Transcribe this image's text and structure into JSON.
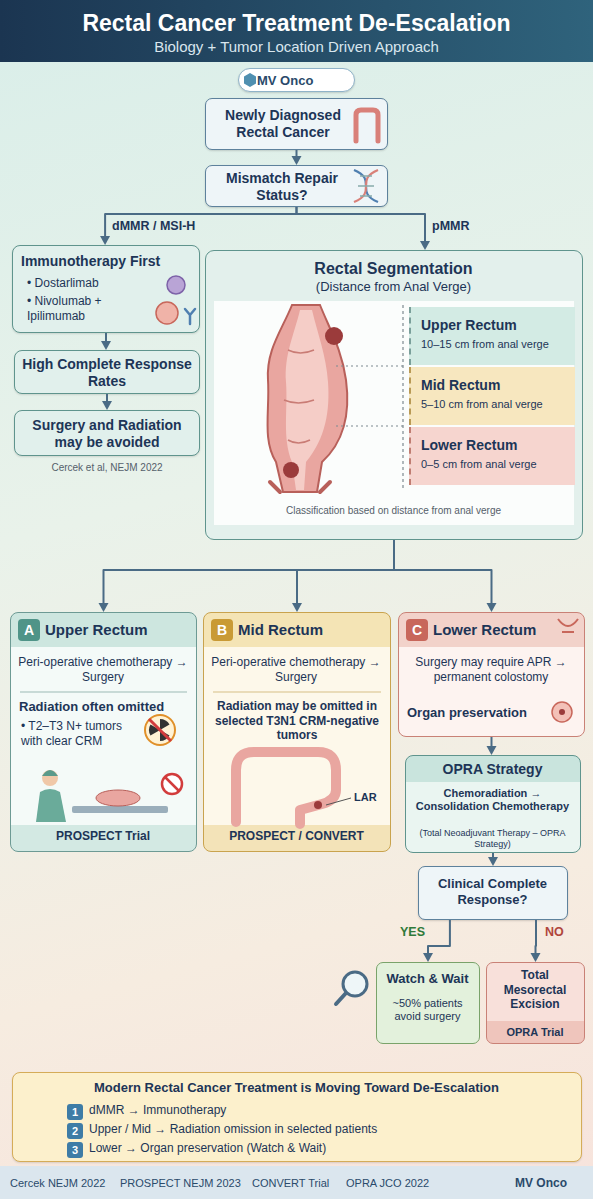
{
  "diagram": {
    "title": "Rectal Cancer Treatment De-Escalation",
    "nodes": [
      {
        "text": [
          "MV Onco"
        ]
      },
      {
        "text": [
          "Newly Diagnosed Rectal Cancer"
        ]
      },
      {
        "text": [
          "Mismatch Repair Status?"
        ]
      },
      {
        "text": [
          "Immunotherapy First",
          "• Dostarlimab",
          "• Nivolumab + Ipilimumab"
        ]
      },
      {
        "text": [
          "High Complete Response Rates"
        ]
      },
      {
        "text": [
          "Surgery and Radiation may be avoided"
        ]
      },
      {
        "text": [
          "Rectal Segmentation",
          "(Distance from Anal Verge)",
          "Classification based on distance from anal verge"
        ]
      },
      {
        "text": [
          "Upper Rectum",
          "10–15 cm from anal verge"
        ],
        "in": 6
      },
      {
        "text": [
          "Mid Rectum",
          "5–10 cm from anal verge"
        ],
        "in": 6
      },
      {
        "text": [
          "Lower Rectum",
          "0–5 cm from anal verge"
        ],
        "in": 6
      },
      {
        "text": [
          "A",
          "Upper Rectum",
          "Peri-operative chemotherapy → Surgery",
          "Radiation often omitted",
          "• T2–T3 N+ tumors with clear CRM",
          "PROSPECT Trial"
        ]
      },
      {
        "text": [
          "B",
          "Mid Rectum",
          "Peri-operative chemotherapy → Surgery",
          "Radiation may be omitted in selected T3N1 CRM-negative tumors",
          "LAR",
          "PROSPECT / CONVERT"
        ]
      },
      {
        "text": [
          "C",
          "Lower Rectum",
          "Surgery may require APR → permanent colostomy",
          "Organ preservation"
        ]
      },
      {
        "text": [
          "OPRA Strategy",
          "Chemoradiation → Consolidation Chemotherapy",
          "(Total Neoadjuvant Therapy – OPRA Strategy)"
        ]
      },
      {
        "text": [
          "Clinical Complete Response?"
        ]
      },
      {
        "text": [
          "Watch & Wait",
          "~50% patients avoid surgery"
        ]
      },
      {
        "text": [
          "Total Mesorectal Excision",
          "OPRA Trial"
        ]
      },
      {
        "text": [
          "Modern Rectal Cancer Treatment is Moving Toward De-Escalation",
          "dMMR → Immunotherapy",
          "Upper / Mid → Radiation omission in selected patients",
          "Lower → Organ preservation (Watch & Wait)"
        ]
      },
      {
        "text": [
          "1"
        ],
        "in": 17
      },
      {
        "text": [
          "2"
        ],
        "in": 17
      },
      {
        "text": [
          "3"
        ],
        "in": 17
      }
    ],
    "edges": [
      {
        "from": 1,
        "to": 2,
        "arrow": "to"
      },
      {
        "from": 2,
        "to": 3,
        "label": "dMMR / MSI-H",
        "arrow": "to"
      },
      {
        "from": 2,
        "to": 6,
        "label": "pMMR",
        "arrow": "to"
      },
      {
        "from": 3,
        "to": 4,
        "arrow": "to"
      },
      {
        "from": 4,
        "to": 5,
        "arrow": "to"
      },
      {
        "from": 6,
        "to": 10,
        "arrow": "to"
      },
      {
        "from": 6,
        "to": 11,
        "arrow": "to"
      },
      {
        "from": 6,
        "to": 12,
        "arrow": "to"
      },
      {
        "from": 12,
        "to": 13,
        "arrow": "to"
      },
      {
        "from": 13,
        "to": 14,
        "arrow": "to"
      },
      {
        "from": 14,
        "to": 15,
        "label": "YES",
        "arrow": "to"
      },
      {
        "from": 14,
        "to": 16,
        "label": "NO",
        "arrow": "to"
      }
    ],
    "labels": [
      "Biology + Tumor Location Driven Approach",
      "Cercek et al, NEJM 2022",
      "Cercek NEJM 2022",
      "PROSPECT NEJM 2023",
      "CONVERT Trial",
      "OPRA JCO 2022",
      "MV Onco"
    ]
  }
}
